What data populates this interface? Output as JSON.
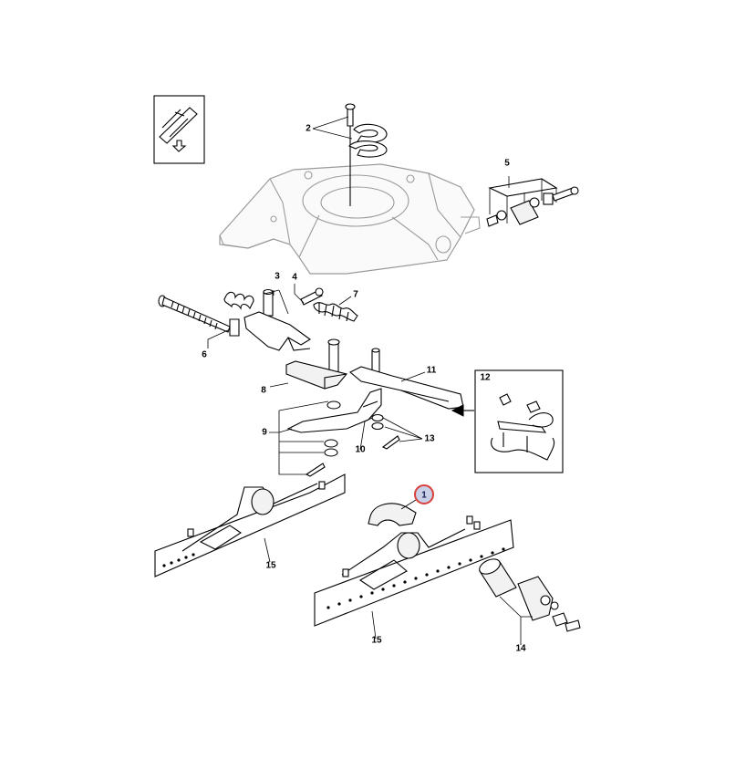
{
  "diagram": {
    "callouts": {
      "c1": "1",
      "c2": "2",
      "c3": "3",
      "c4": "4",
      "c5": "5",
      "c6": "6",
      "c7": "7",
      "c8": "8",
      "c9": "9",
      "c10": "10",
      "c11": "11",
      "c12": "12",
      "c13": "13",
      "c14": "14",
      "c15a": "15",
      "c15b": "15"
    },
    "highlighted_callout": "1",
    "highlight_color": "#d9403b",
    "highlight_fill": "#c8d0e8"
  }
}
